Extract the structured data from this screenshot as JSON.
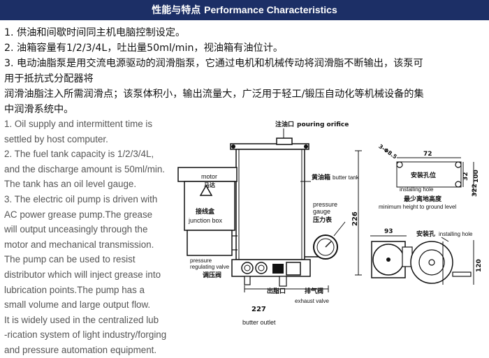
{
  "header": {
    "title_zh": "性能与特点",
    "title_en": "Performance Characteristics"
  },
  "zh_lines": [
    "1. 供油和间歇时间同主机电脑控制设定。",
    "2. 油箱容量有1/2/3/4L，吐出量50ml/min，视油箱有油位计。",
    "3. 电动油脂泵是用交流电源驱动的润滑脂泵，它通过电机和机械传动将润滑脂不断输出，该泵可",
    "用于抵抗式分配器将",
    "润滑油脂注入所需润滑点；该泵体积小，输出流量大，广泛用于轻工/锻压自动化等机械设备的集",
    "中润滑系统中。"
  ],
  "en_lines": [
    "1. Oil supply and intermittent time is",
    "settled by host computer.",
    "2. The fuel tank capacity is 1/2/3/4L,",
    "and the discharge amount is 50ml/min.",
    "The tank has an oil level gauge.",
    "3. The electric oil pump is driven with",
    "AC power grease pump.The grease",
    "will output unceasingly through the",
    "motor and mechanical transmission.",
    "The pump can be used to resist",
    "distributor which will inject grease into",
    "lubrication points.The pump has a",
    "small volume and large output flow.",
    "It is widely used in the centralized lub",
    "-rication system of light industry/forging",
    "and pressure automation equipment."
  ],
  "diagram": {
    "pouring_orifice_zh": "注油口",
    "pouring_orifice_en": "pouring orifice",
    "motor_en": "motor",
    "motor_zh": "马达",
    "junction_zh": "接线盒",
    "junction_en": "junction box",
    "butter_tank_zh": "黄油箱",
    "butter_tank_en": "butter tank",
    "pressure_gauge_en_1": "pressure",
    "pressure_gauge_en_2": "gauge",
    "pressure_gauge_zh": "压力表",
    "regulating_en_1": "pressure",
    "regulating_en_2": "regulating valve",
    "regulating_zh": "调压阀",
    "outlet_zh": "出脂口",
    "exhaust_zh": "排气阀",
    "exhaust_en": "exhaust valve",
    "butter_outlet_en": "butter outlet",
    "dim_227": "227",
    "dim_226": "226",
    "hole_spec": "3-Φ8.5",
    "dim_72": "72",
    "dim_32": "32",
    "dim_100": "100",
    "dim_322": "322",
    "mount_hole_zh": "安装孔位",
    "mount_hole_en": "installing hole",
    "min_height_zh": "最少离地高度",
    "min_height_en": "minimum height to ground level",
    "dim_93": "93",
    "install_hole_zh": "安装孔",
    "install_hole_en": "installing hole",
    "dim_120": "120"
  }
}
